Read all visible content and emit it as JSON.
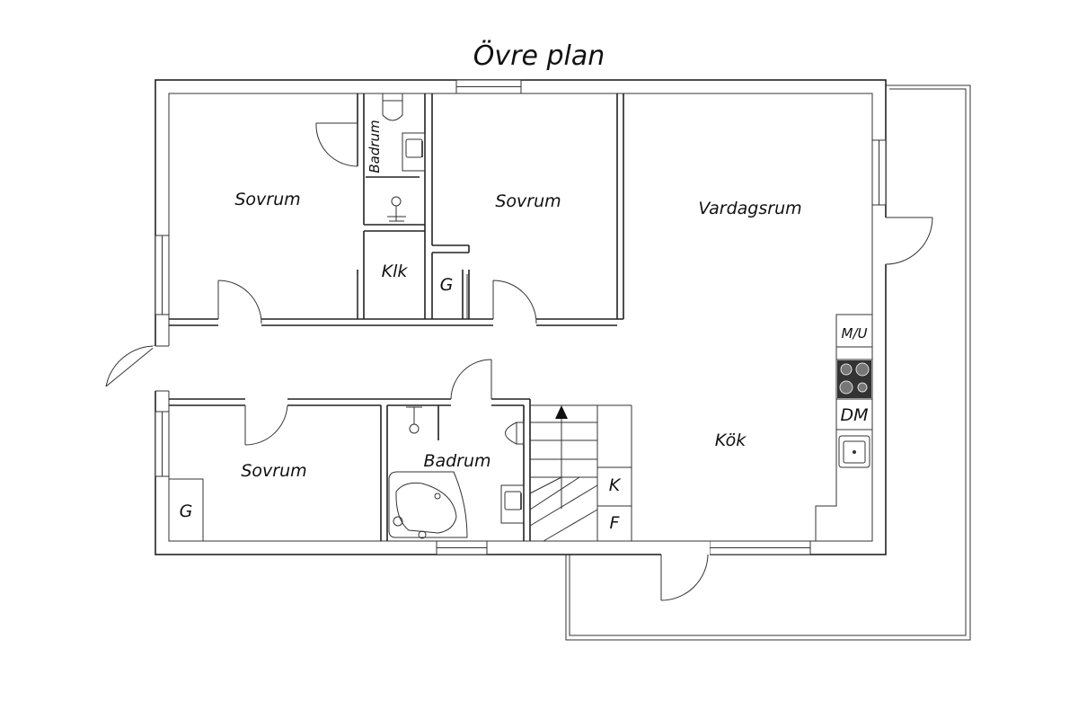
{
  "plan": {
    "title": "Övre plan",
    "rooms": {
      "sovrum_top_left": "Sovrum",
      "badrum_small": "Badrum",
      "klk": "Klk",
      "g_top": "G",
      "sovrum_top_mid": "Sovrum",
      "vardagsrum": "Vardagsrum",
      "sovrum_bottom": "Sovrum",
      "g_bottom": "G",
      "badrum_large": "Badrum",
      "kok": "Kök",
      "k": "K",
      "f": "F",
      "mu": "M/U",
      "dm": "DM"
    }
  }
}
